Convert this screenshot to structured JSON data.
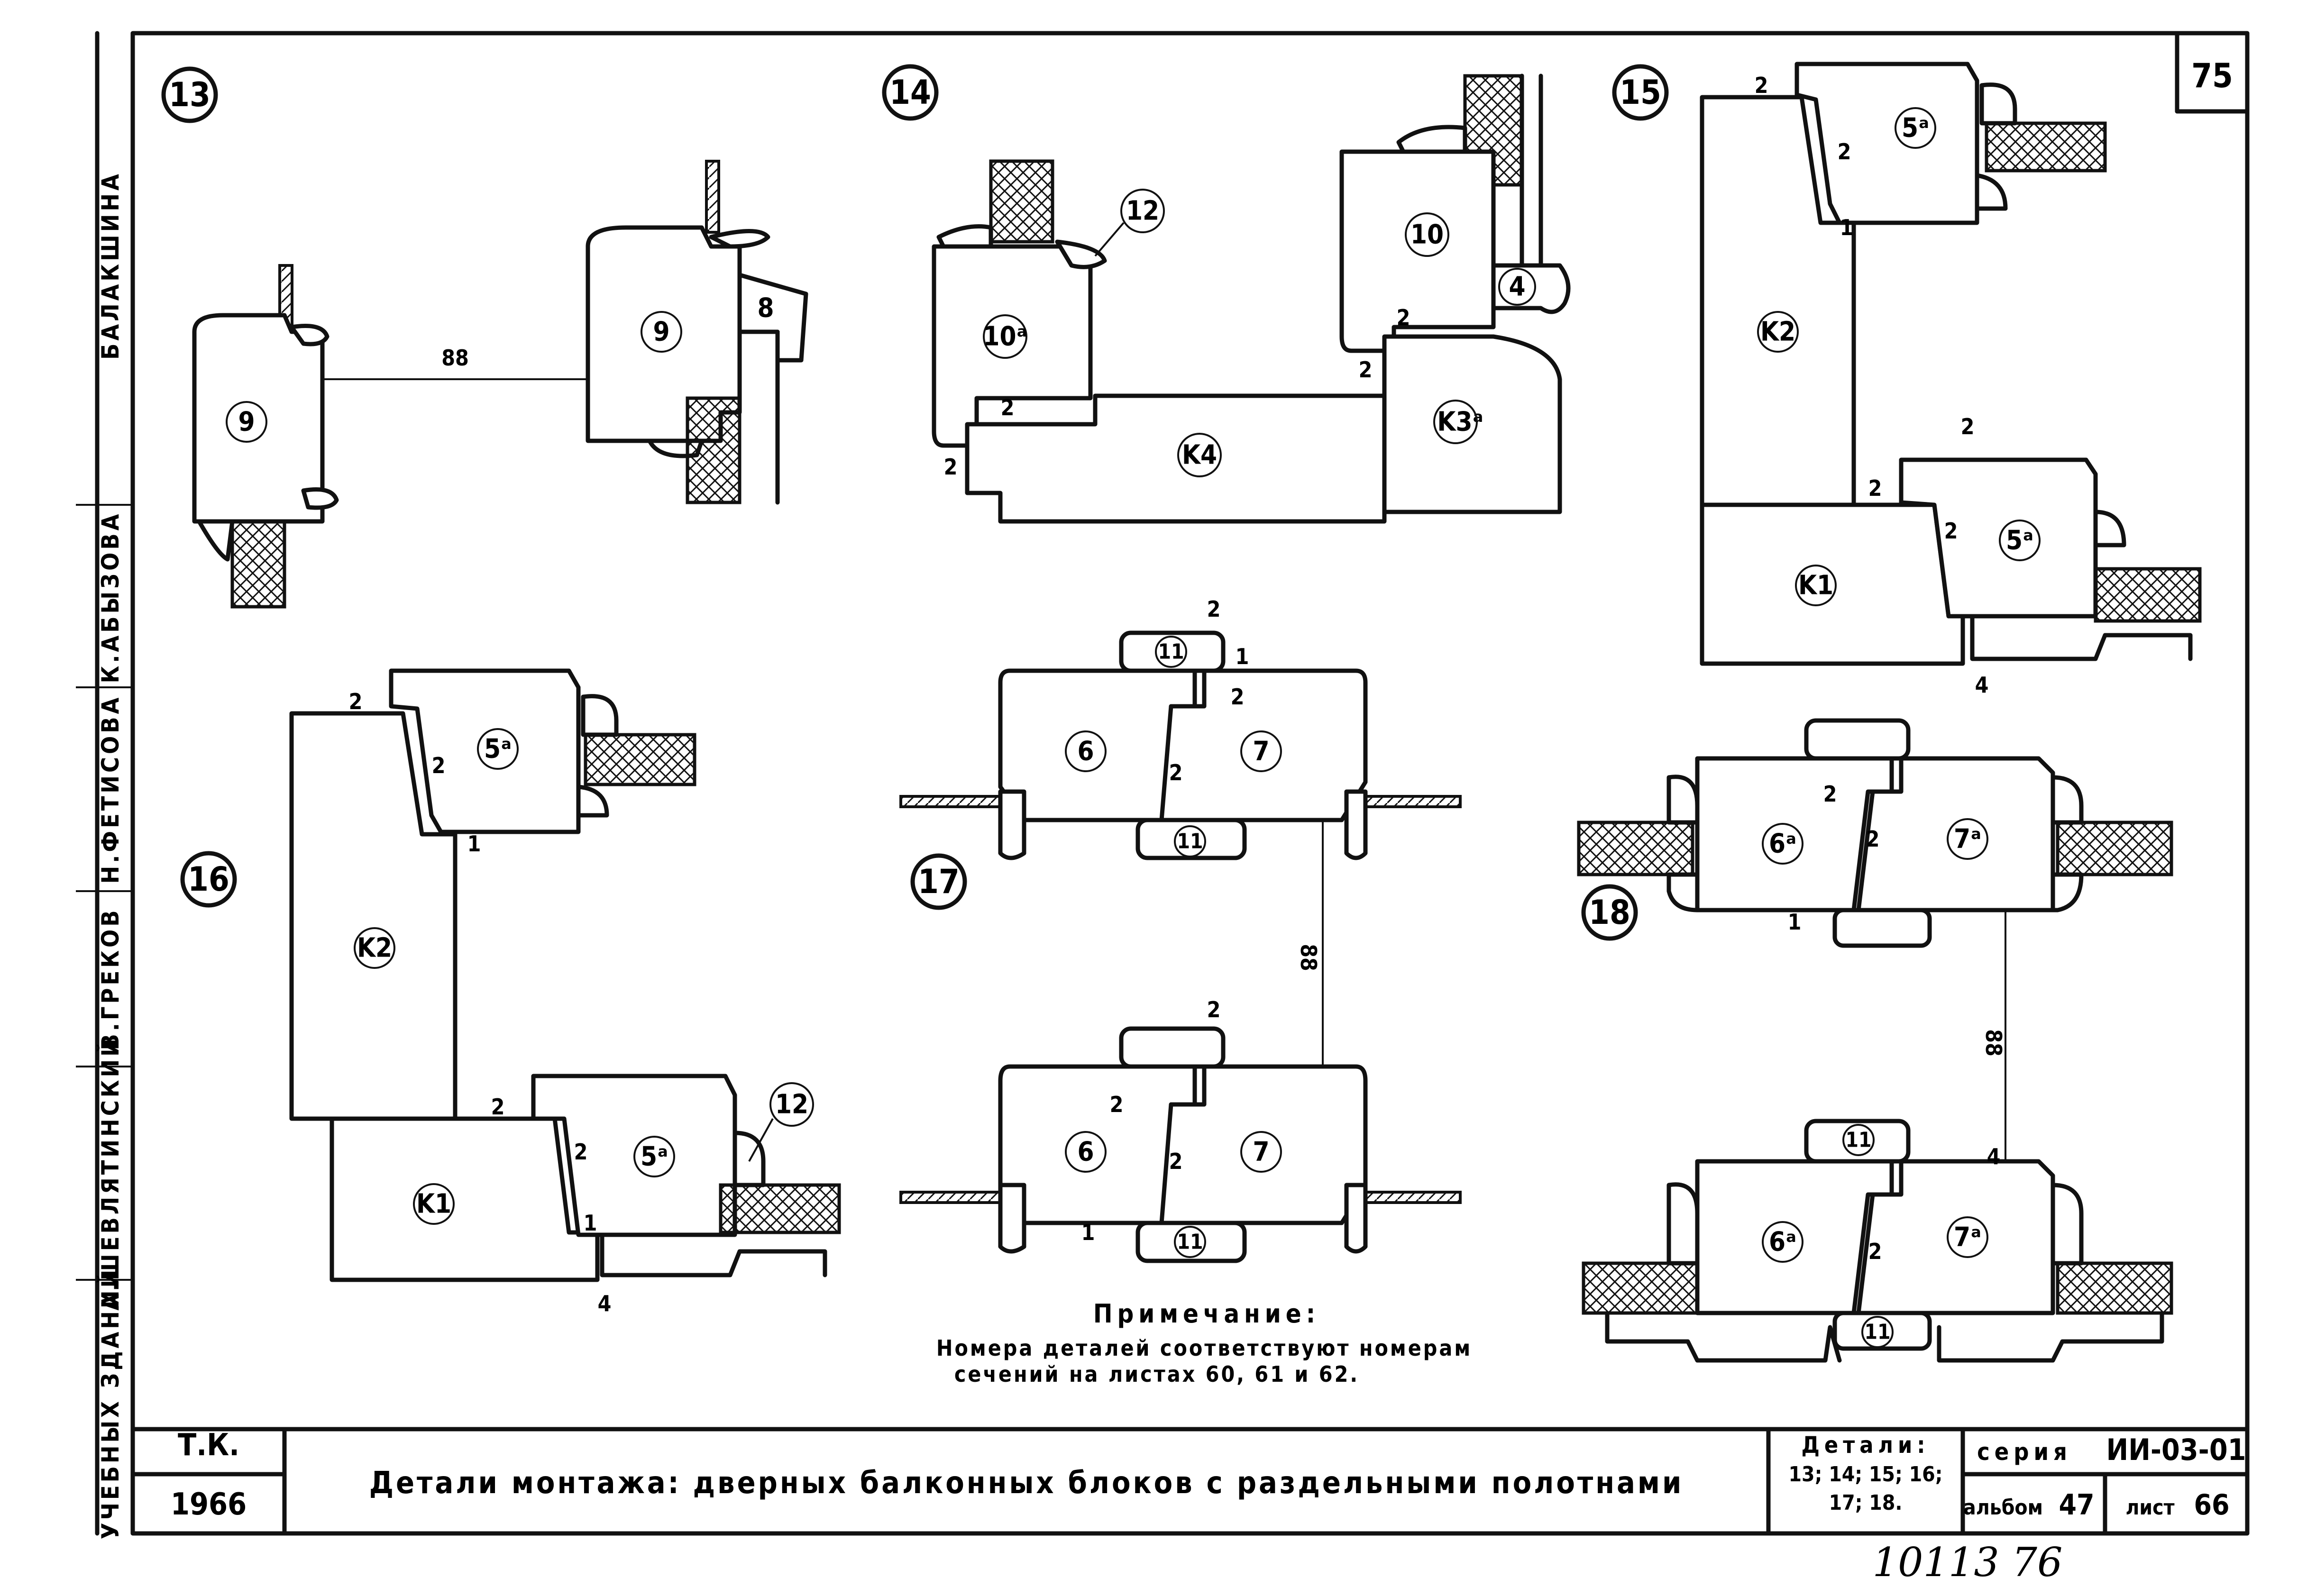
{
  "sheet_number": "75",
  "side_labels": [
    "БАЛАКШИНА",
    "К.АБЫЗОВА",
    "Н.ФЕТИСОВА",
    "В.ГРЕКОВ",
    "А.ШЕВЛЯТИНСКИЙ",
    "УЧЕБНЫХ ЗДАНИЙ"
  ],
  "details": [
    {
      "id": "13",
      "parts": [
        "9",
        "9",
        "8"
      ],
      "dims": [
        "88"
      ]
    },
    {
      "id": "14",
      "parts": [
        "10a",
        "12",
        "K4",
        "10",
        "4",
        "K3a"
      ],
      "dims": [
        "2",
        "2",
        "2",
        "2"
      ]
    },
    {
      "id": "15",
      "parts": [
        "5a",
        "K2",
        "K1",
        "5a"
      ],
      "dims": [
        "2",
        "2",
        "2",
        "2",
        "2",
        "1",
        "4"
      ]
    },
    {
      "id": "16",
      "parts": [
        "5a",
        "K2",
        "K1",
        "5a",
        "12"
      ],
      "dims": [
        "2",
        "2",
        "2",
        "2",
        "1",
        "4",
        "1"
      ]
    },
    {
      "id": "17",
      "parts": [
        "11",
        "6",
        "7",
        "11",
        "6",
        "7",
        "11"
      ],
      "dims": [
        "2",
        "1",
        "2",
        "2",
        "88",
        "2",
        "2",
        "2",
        "1"
      ]
    },
    {
      "id": "18",
      "parts": [
        "6a",
        "7a",
        "11",
        "6a",
        "7a",
        "11"
      ],
      "dims": [
        "2",
        "2",
        "1",
        "88",
        "4",
        "2"
      ]
    }
  ],
  "note": {
    "title": "Примечание:",
    "line1": "Номера деталей соответствуют номерам",
    "line2": "сечений на листах 60, 61 и 62."
  },
  "title_block": {
    "tk_label": "Т.К.",
    "year": "1966",
    "title": "Детали монтажа:   дверных балконных блоков с раздельными полотнами",
    "details_label": "Детали:",
    "details_line1": "13; 14; 15; 16;",
    "details_line2": "17; 18.",
    "series_label": "серия",
    "series_value": "ИИ-03-01",
    "album_label": "альбом",
    "album_value": "47",
    "sheet_label": "лист",
    "sheet_value": "66"
  },
  "handwritten": "10113  76"
}
